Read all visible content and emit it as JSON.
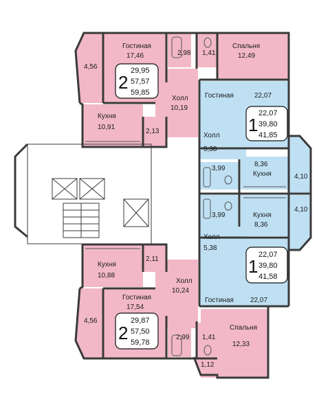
{
  "colors": {
    "pink": "#f2b8c8",
    "blue": "#bfe0f3",
    "wall": "#3a3a3a"
  },
  "apt_top": {
    "rooms_count": "2",
    "areas": [
      "29,95",
      "57,57",
      "59,85"
    ],
    "living_label": "Гостиная",
    "living_area": "17,46",
    "bedroom_label": "Спальня",
    "bedroom_area": "12,49",
    "kitchen_label": "Кухня",
    "kitchen_area": "10,91",
    "hall_label": "Холл",
    "hall_area": "10,19",
    "balcony_area": "4,56",
    "bath_area": "2,98",
    "wc_area": "1,41",
    "storage_area": "2,13"
  },
  "apt_right_top": {
    "rooms_count": "1",
    "areas": [
      "22,07",
      "39,80",
      "41,85"
    ],
    "living_label": "Гостиная",
    "living_area": "22,07",
    "hall_label": "Холл",
    "hall_area": "5,38",
    "kitchen_label": "Кухня",
    "kitchen_area": "8,36",
    "bath_area": "3,99",
    "balcony_area": "4,10"
  },
  "apt_right_bottom": {
    "rooms_count": "1",
    "areas": [
      "22,07",
      "39,80",
      "41,58"
    ],
    "living_label": "Гостиная",
    "living_area": "22,07",
    "hall_label": "Холл",
    "hall_area": "5,38",
    "kitchen_label": "Кухня",
    "kitchen_area": "8,36",
    "bath_area": "3,99",
    "balcony_area": "4,10"
  },
  "apt_bottom": {
    "rooms_count": "2",
    "areas": [
      "29,87",
      "57,50",
      "59,78"
    ],
    "living_label": "Гостиная",
    "living_area": "17,54",
    "bedroom_label": "Спальня",
    "bedroom_area": "12,33",
    "kitchen_label": "Кухня",
    "kitchen_area": "10,88",
    "hall_label": "Холл",
    "hall_area": "10,24",
    "balcony_area": "4,56",
    "bath_area": "2,99",
    "wc_area": "1,41",
    "storage_area": "2,11",
    "loggia_area": "1,12"
  }
}
